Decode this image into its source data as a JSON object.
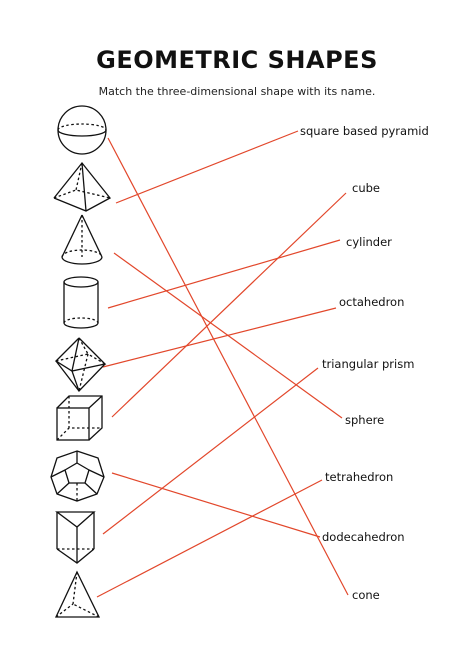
{
  "title": "GEOMETRIC SHAPES",
  "instructions": "Match the three-dimensional shape with its name.",
  "shapes": [
    "sphere",
    "square based pyramid",
    "cone",
    "cylinder",
    "octahedron",
    "cube",
    "dodecahedron",
    "triangular prism",
    "tetrahedron"
  ],
  "names": [
    "square based pyramid",
    "cube",
    "cylinder",
    "octahedron",
    "triangular prism",
    "sphere",
    "tetrahedron",
    "dodecahedron",
    "cone"
  ],
  "line_color": "#e2472b",
  "shape_color": "#111111"
}
